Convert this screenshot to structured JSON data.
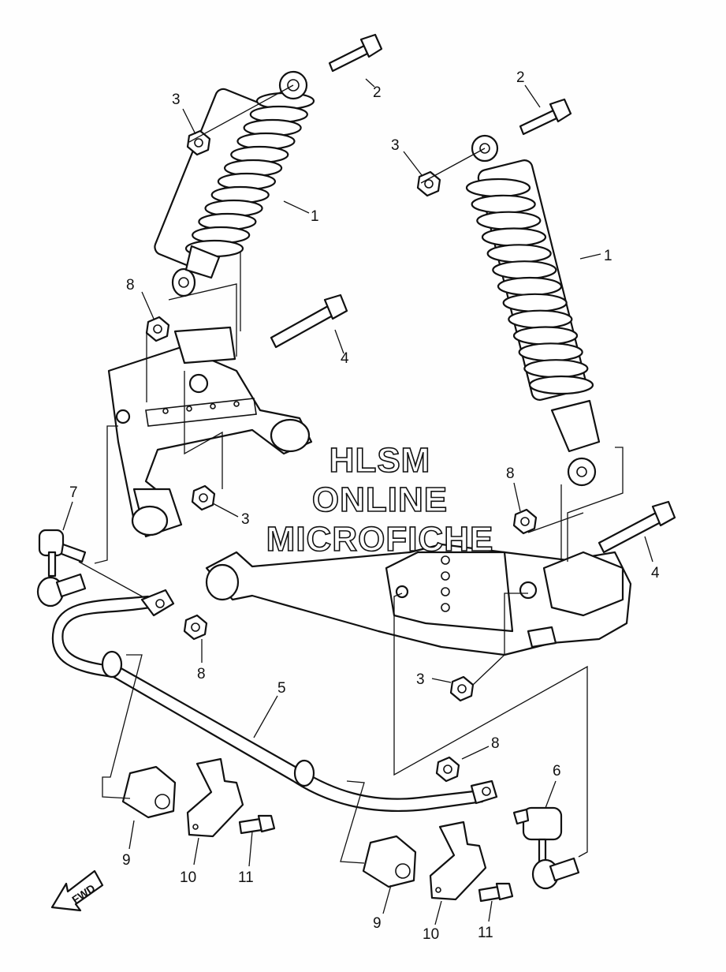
{
  "watermark": {
    "line1": "HLSM",
    "line2": "ONLINE",
    "line3": "MICROFICHE"
  },
  "direction_label": "FWD",
  "callouts": {
    "shock_left": "1",
    "shock_right": "1",
    "bolt_top_left": "2",
    "bolt_top_right": "2",
    "nut_top_left": "3",
    "nut_top_right": "3",
    "nut_mid_left": "3",
    "nut_lower_right": "3",
    "bolt_long_left": "4",
    "bolt_long_right": "4",
    "stabilizer_bar": "5",
    "link_right": "6",
    "link_left": "7",
    "nut_shock_left": "8",
    "nut_shock_right": "8",
    "nut_bar_left": "8",
    "nut_bar_right": "8",
    "bushing_left": "9",
    "bushing_right": "9",
    "holder_left": "10",
    "holder_right": "10",
    "screw_left": "11",
    "screw_right": "11"
  }
}
